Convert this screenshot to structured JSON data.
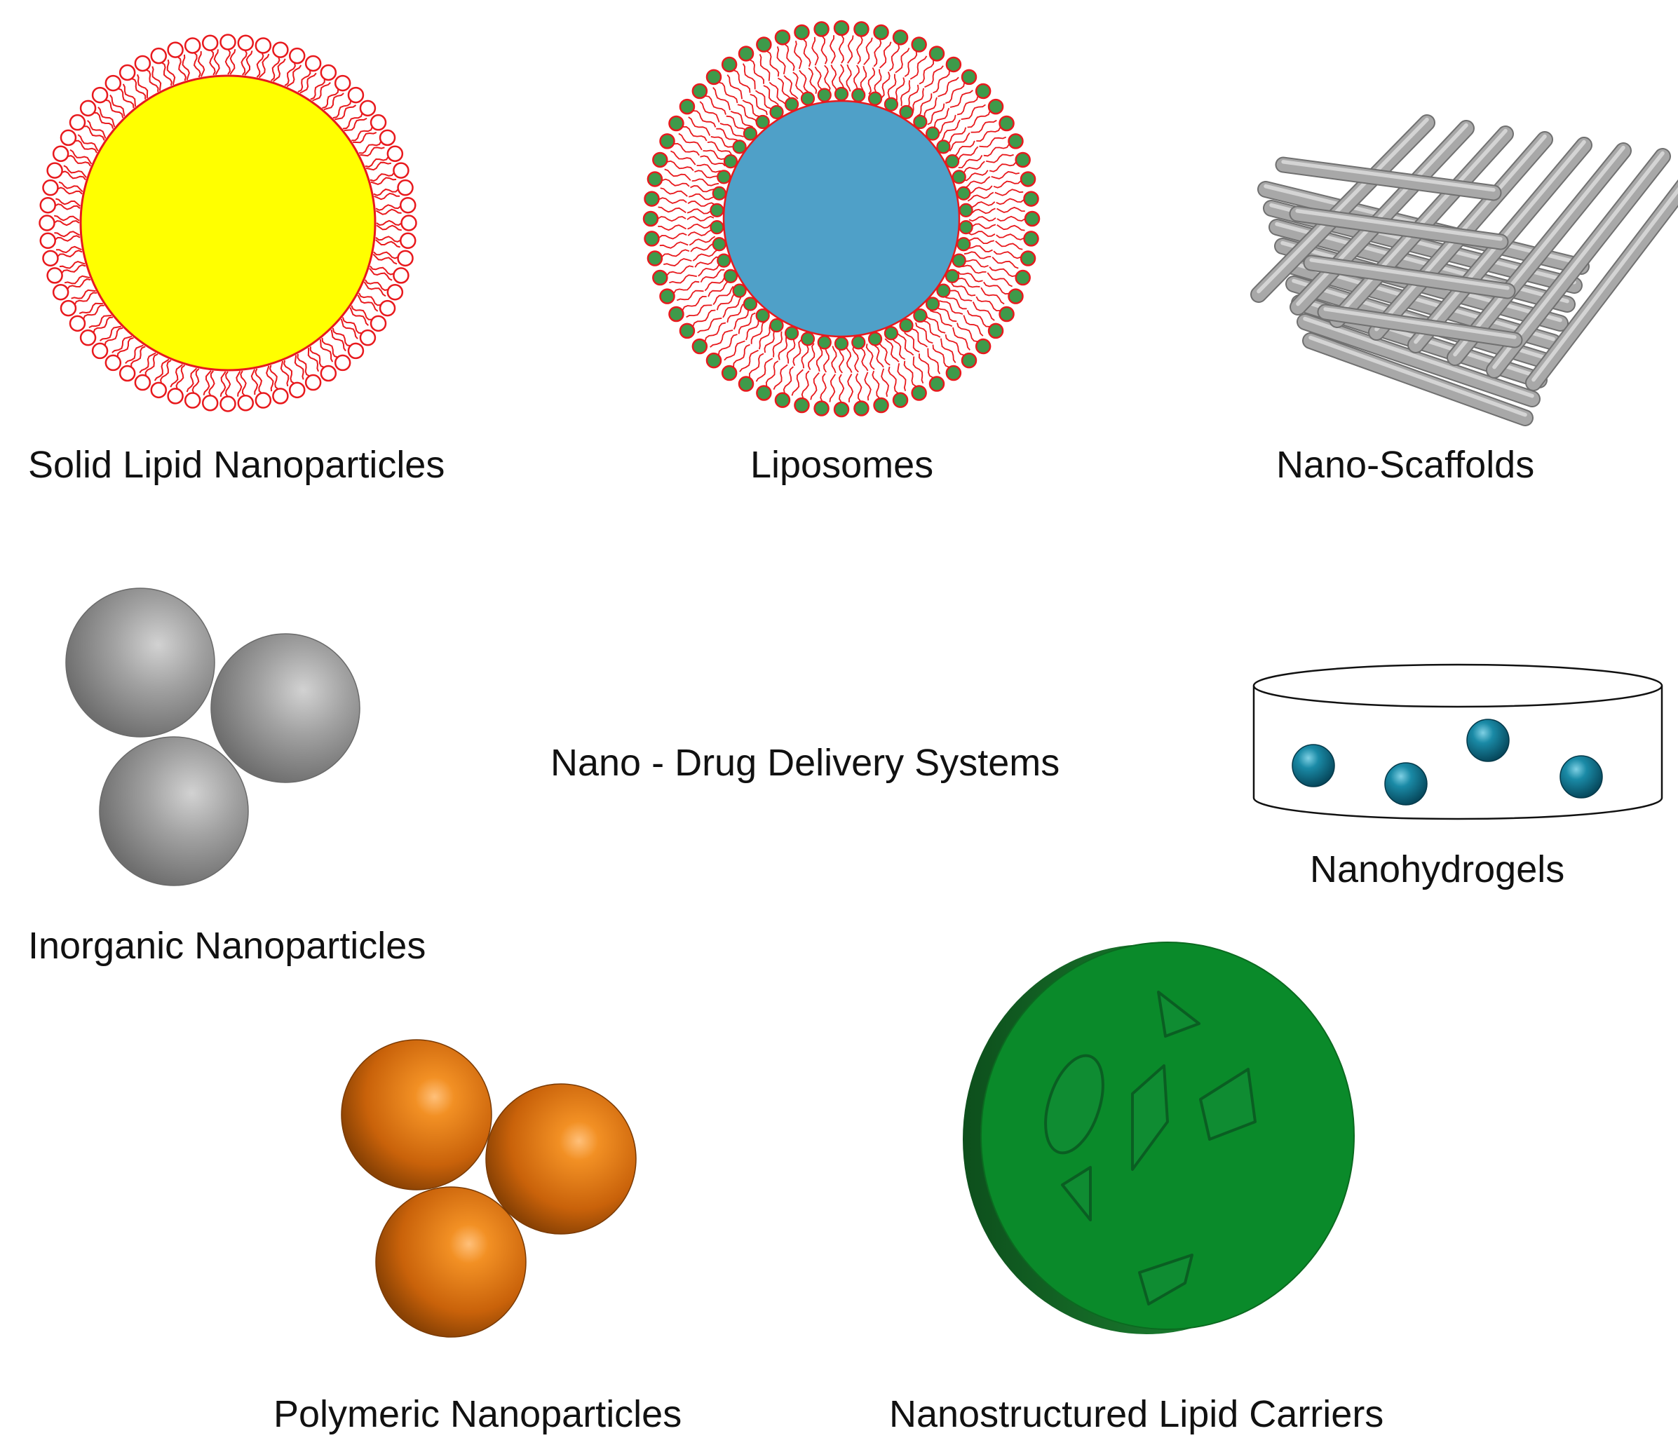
{
  "title": "Nano - Drug Delivery Systems",
  "items": [
    {
      "label": "Solid Lipid Nanoparticles",
      "icon": "solid-lipid-nanoparticle-icon"
    },
    {
      "label": "Liposomes",
      "icon": "liposome-icon"
    },
    {
      "label": "Nano-Scaffolds",
      "icon": "nano-scaffold-icon"
    },
    {
      "label": "Inorganic Nanoparticles",
      "icon": "inorganic-nanoparticles-icon"
    },
    {
      "label": "Nanohydrogels",
      "icon": "nanohydrogel-icon"
    },
    {
      "label": "Polymeric Nanoparticles",
      "icon": "polymeric-nanoparticles-icon"
    },
    {
      "label": "Nanostructured Lipid Carriers",
      "icon": "nanostructured-lipid-carrier-icon"
    }
  ],
  "colors": {
    "lipid_red": "#e8191d",
    "sln_core": "#ffff00",
    "liposome_core": "#4fa0c8",
    "liposome_head": "#3e9a4a",
    "scaffold_gray": "#a3a3a3",
    "inorganic_gray": "#9a9a9a",
    "polymeric_orange": "#e07a0c",
    "hydrogel_teal": "#0e7490",
    "nlc_green": "#0a8a2a"
  }
}
